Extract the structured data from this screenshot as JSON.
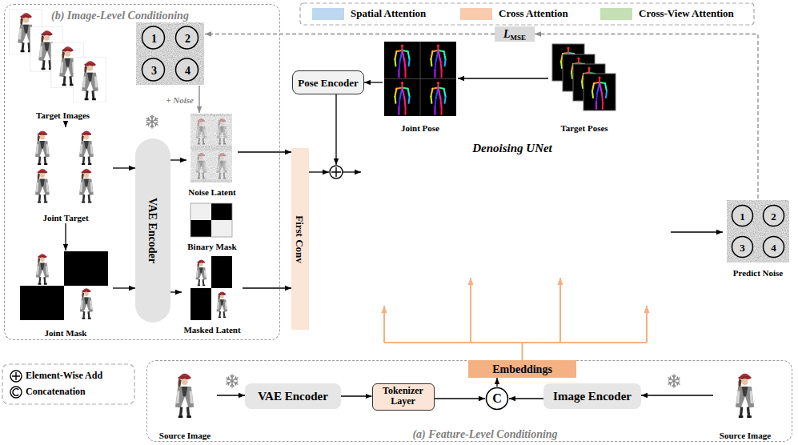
{
  "diagram": {
    "nodes": [
      {
        "text": [
          "(b) Image-Level Conditioning"
        ]
      },
      {
        "text": [
          "Target Images"
        ],
        "in": 0
      },
      {
        "text": [
          "1",
          "2",
          "3",
          "4"
        ],
        "in": 0
      },
      {
        "text": [
          "Joint Target"
        ],
        "in": 0
      },
      {
        "text": [
          "Joint Mask"
        ],
        "in": 0
      },
      {
        "text": [
          "VAE Encoder"
        ],
        "in": 0
      },
      {
        "text": [
          "Noise Latent"
        ],
        "in": 0
      },
      {
        "text": [
          "Binary Mask"
        ],
        "in": 0
      },
      {
        "text": [
          "Masked Latent"
        ],
        "in": 0
      },
      {
        "text": [
          "L",
          "MSE"
        ]
      },
      {
        "text": [
          "Pose Encoder"
        ]
      },
      {
        "text": [
          "Joint Pose"
        ]
      },
      {
        "text": [
          "Target Poses"
        ]
      },
      {
        "text": [
          "First Conv"
        ]
      },
      {
        "text": [
          "Denoising UNet"
        ]
      },
      {
        "text": [
          "1",
          "2",
          "3",
          "4",
          "Predict Noise"
        ]
      },
      {
        "text": [
          "Embeddings"
        ]
      },
      {
        "text": [
          "(a) Feature-Level Conditioning"
        ]
      },
      {
        "text": [
          "Source Image"
        ],
        "in": 17
      },
      {
        "text": [
          "VAE Encoder"
        ],
        "in": 17
      },
      {
        "text": [
          "Tokenizer Layer"
        ],
        "in": 17
      },
      {
        "text": [
          "C"
        ],
        "in": 17
      },
      {
        "text": [
          "Image Encoder"
        ],
        "in": 17
      },
      {
        "text": [
          "Source Image"
        ],
        "in": 17
      }
    ],
    "edges": [
      {
        "from": 1,
        "to": 3,
        "arrow": "to"
      },
      {
        "from": 3,
        "to": 4,
        "arrow": "to"
      },
      {
        "from": 3,
        "to": 5,
        "arrow": "to"
      },
      {
        "from": 4,
        "to": 5,
        "arrow": "to"
      },
      {
        "from": 2,
        "to": 6,
        "label": "+ Noise",
        "arrow": "to"
      },
      {
        "from": 5,
        "to": 6,
        "arrow": "to"
      },
      {
        "from": 5,
        "to": 8,
        "arrow": "to"
      },
      {
        "from": 6,
        "to": 13,
        "arrow": "to"
      },
      {
        "from": 8,
        "to": 13,
        "arrow": "to"
      },
      {
        "from": 12,
        "to": 11,
        "arrow": "to"
      },
      {
        "from": 11,
        "to": 10,
        "arrow": "to"
      },
      {
        "from": 10,
        "to": 14,
        "arrow": "to"
      },
      {
        "from": 13,
        "to": 14,
        "arrow": "to"
      },
      {
        "from": 14,
        "to": 15,
        "arrow": "to"
      },
      {
        "from": 15,
        "to": 9,
        "arrow": "to"
      },
      {
        "from": 9,
        "to": 2,
        "arrow": "to"
      },
      {
        "from": 18,
        "to": 19,
        "arrow": "to"
      },
      {
        "from": 19,
        "to": 20,
        "arrow": "to"
      },
      {
        "from": 20,
        "to": 21,
        "arrow": "to"
      },
      {
        "from": 23,
        "to": 22,
        "arrow": "to"
      },
      {
        "from": 22,
        "to": 21,
        "arrow": "to"
      },
      {
        "from": 21,
        "to": 16,
        "arrow": "to"
      },
      {
        "from": 16,
        "to": 14,
        "arrow": "to"
      }
    ],
    "legend": [
      {
        "text": "Spatial Attention",
        "color": "#bdd7ee"
      },
      {
        "text": "Cross Attention",
        "color": "#f8cbad"
      },
      {
        "text": "Cross-View Attention",
        "color": "#c5e0b4"
      },
      {
        "text": "Element-Wise Add"
      },
      {
        "text": "Concatenation"
      }
    ]
  }
}
